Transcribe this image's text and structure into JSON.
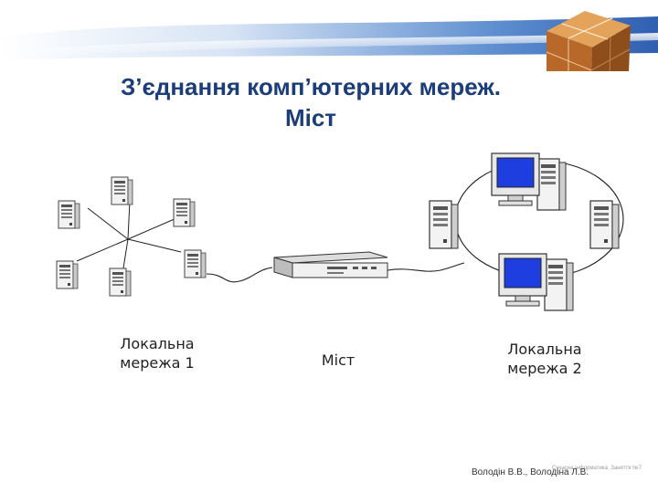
{
  "slide": {
    "title_line1": "З’єднання комп’ютерних мереж.",
    "title_line2": "Міст",
    "colors": {
      "title": "#1b3d7a",
      "header_blue": "#2f5fb0",
      "cube_orange": "#c47a2c",
      "screen_blue": "#1f3ee0"
    }
  },
  "diagram": {
    "lan1_label_line1": "Локальна",
    "lan1_label_line2": "мережа 1",
    "bridge_label": "Міст",
    "lan2_label_line1": "Локальна",
    "lan2_label_line2": "мережа 2",
    "lan1_topology": "star",
    "lan2_topology": "ring"
  },
  "footer": {
    "authors": "Володін В.В., Володіна Л.В.",
    "faint_text": "Сучасна інформатика. Заняття №7"
  }
}
